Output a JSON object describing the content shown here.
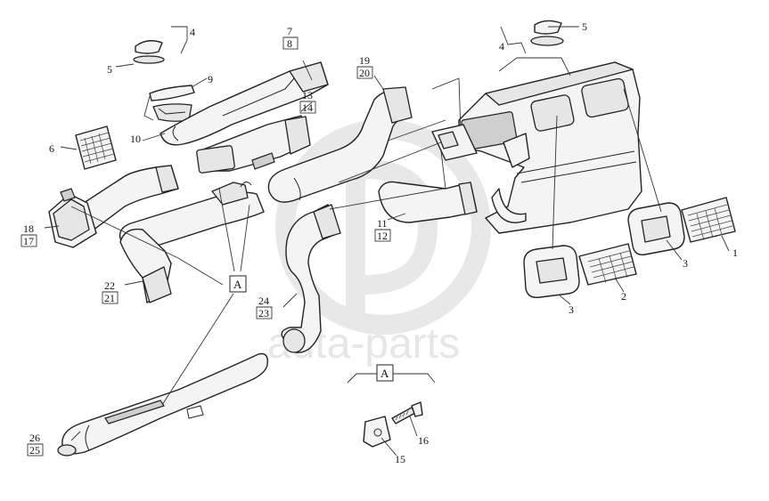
{
  "diagram": {
    "watermark": "auta-parts",
    "labels": [
      {
        "id": "4a",
        "text": "4"
      },
      {
        "id": "5a",
        "text": "5"
      },
      {
        "id": "9",
        "text": "9"
      },
      {
        "id": "10",
        "text": "10"
      },
      {
        "id": "6",
        "text": "6"
      },
      {
        "id": "7",
        "text": "7"
      },
      {
        "id": "8",
        "text": "8"
      },
      {
        "id": "13",
        "text": "13"
      },
      {
        "id": "14",
        "text": "14"
      },
      {
        "id": "19",
        "text": "19"
      },
      {
        "id": "20",
        "text": "20"
      },
      {
        "id": "4b",
        "text": "4"
      },
      {
        "id": "5b",
        "text": "5"
      },
      {
        "id": "18",
        "text": "18"
      },
      {
        "id": "17",
        "text": "17"
      },
      {
        "id": "11",
        "text": "11"
      },
      {
        "id": "12",
        "text": "12"
      },
      {
        "id": "22",
        "text": "22"
      },
      {
        "id": "21",
        "text": "21"
      },
      {
        "id": "A1",
        "text": "A"
      },
      {
        "id": "24",
        "text": "24"
      },
      {
        "id": "23",
        "text": "23"
      },
      {
        "id": "1",
        "text": "1"
      },
      {
        "id": "3a",
        "text": "3"
      },
      {
        "id": "2",
        "text": "2"
      },
      {
        "id": "3b",
        "text": "3"
      },
      {
        "id": "A2",
        "text": "A"
      },
      {
        "id": "26",
        "text": "26"
      },
      {
        "id": "25",
        "text": "25"
      },
      {
        "id": "16",
        "text": "16"
      },
      {
        "id": "15",
        "text": "15"
      }
    ]
  }
}
